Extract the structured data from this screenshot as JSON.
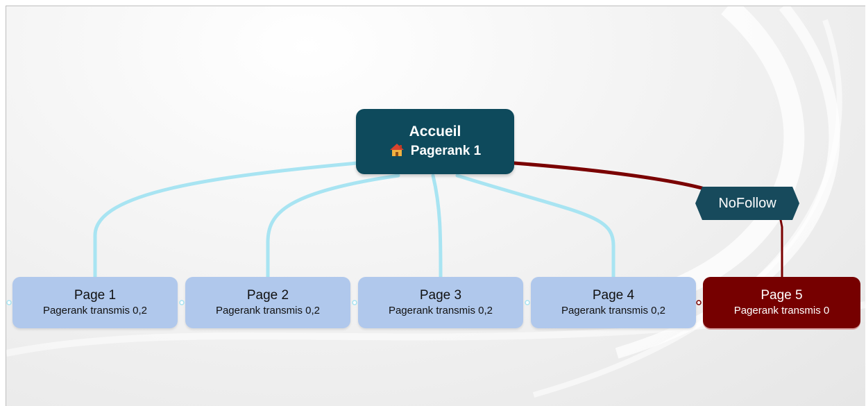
{
  "root": {
    "title": "Accueil",
    "subtitle": "Pagerank 1",
    "icon": "house-icon",
    "color": "#0e4a5c"
  },
  "children": [
    {
      "title": "Page 1",
      "subtitle": "Pagerank transmis 0,2",
      "follow": true
    },
    {
      "title": "Page 2",
      "subtitle": "Pagerank transmis 0,2",
      "follow": true
    },
    {
      "title": "Page 3",
      "subtitle": "Pagerank transmis 0,2",
      "follow": true
    },
    {
      "title": "Page 4",
      "subtitle": "Pagerank transmis 0,2",
      "follow": true
    },
    {
      "title": "Page 5",
      "subtitle": "Pagerank transmis 0",
      "follow": false
    }
  ],
  "nofollow_tag": {
    "label": "NoFollow",
    "color": "#174a5c"
  },
  "colors": {
    "follow_link": "#a8e4f2",
    "nofollow_link": "#7a0000",
    "child_fill": "#b0c8ec",
    "nofollow_fill": "#760000"
  }
}
